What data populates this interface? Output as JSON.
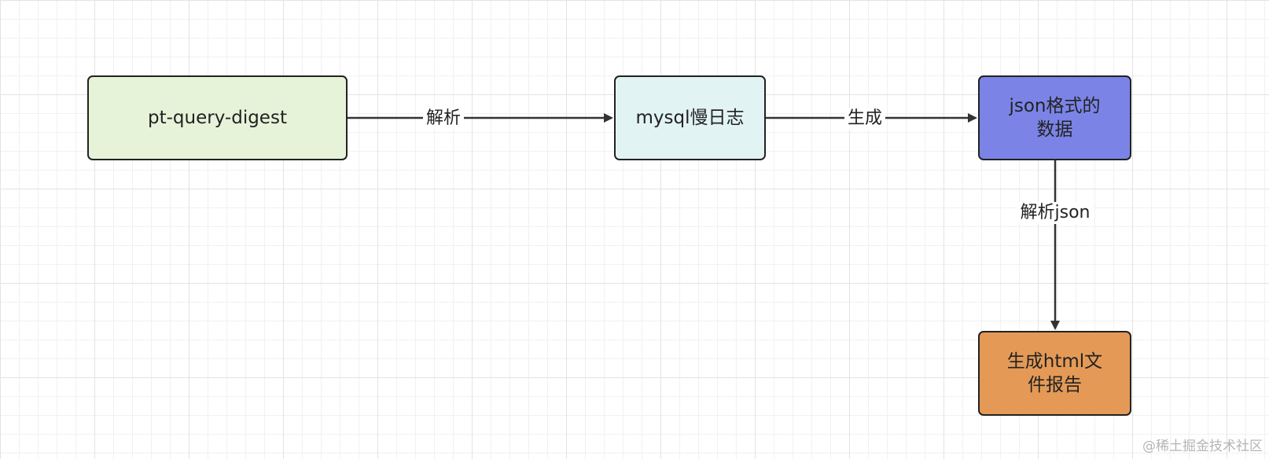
{
  "diagram": {
    "nodes": [
      {
        "id": "pt",
        "text": "pt-query-digest",
        "fill": "#e6f3d9"
      },
      {
        "id": "slowlog",
        "text": "mysql慢日志",
        "fill": "#e2f3f4"
      },
      {
        "id": "json",
        "lines": [
          "json格式的",
          "数据"
        ],
        "fill": "#7b84e6"
      },
      {
        "id": "html",
        "lines": [
          "生成html文",
          "件报告"
        ],
        "fill": "#e49a56"
      }
    ],
    "edges": [
      {
        "from": "pt",
        "to": "slowlog",
        "label": "解析"
      },
      {
        "from": "slowlog",
        "to": "json",
        "label": "生成"
      },
      {
        "from": "json",
        "to": "html",
        "label": "解析json"
      }
    ],
    "colors": {
      "stroke": "#222222",
      "arrow": "#333333"
    }
  },
  "watermark": "@稀土掘金技术社区"
}
